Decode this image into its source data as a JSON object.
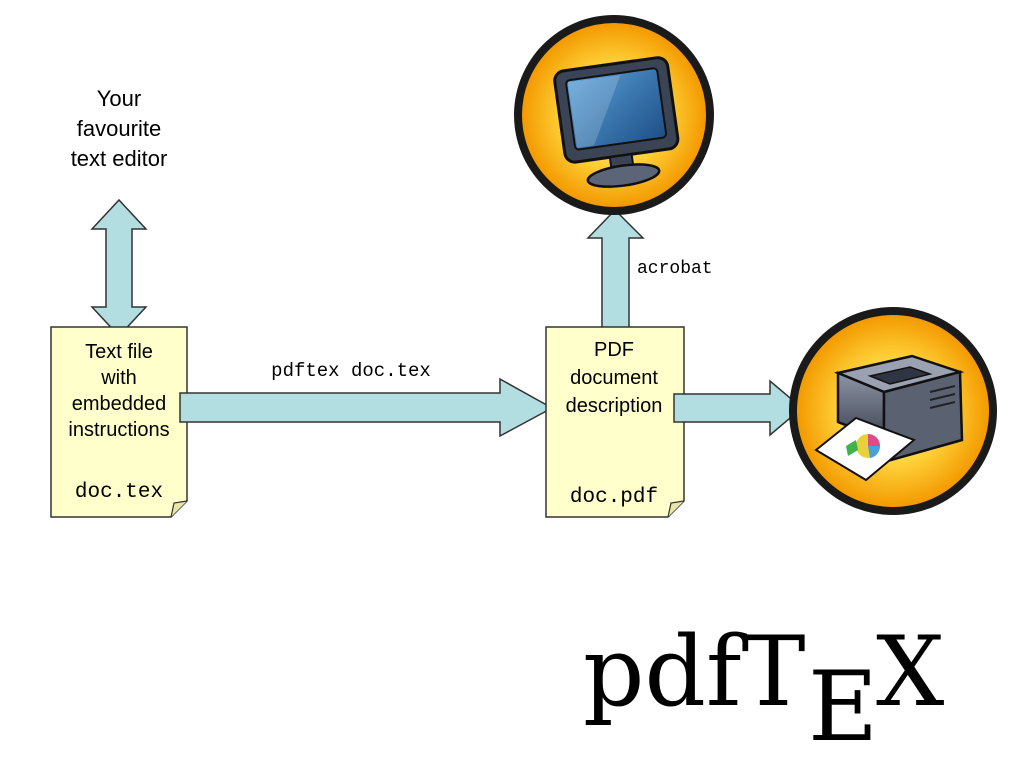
{
  "editor": {
    "label_line1": "Your",
    "label_line2": "favourite",
    "label_line3": "text editor"
  },
  "source_file": {
    "line1": "Text file",
    "line2": "with",
    "line3": "embedded",
    "line4": "instructions",
    "filename": "doc.tex"
  },
  "compile_command": "pdftex doc.tex",
  "pdf_file": {
    "line1": "PDF",
    "line2": "document",
    "line3": "description",
    "filename": "doc.pdf"
  },
  "viewer_command": "acrobat",
  "logo": {
    "part1": "pdfT",
    "part2": "E",
    "part3": "X"
  },
  "icons": {
    "monitor": "monitor-icon",
    "printer": "printer-icon"
  },
  "colors": {
    "arrow_fill": "#b2dde1",
    "file_fill": "#ffffcc",
    "badge_fill": "#f7a600",
    "stroke": "#333333"
  }
}
